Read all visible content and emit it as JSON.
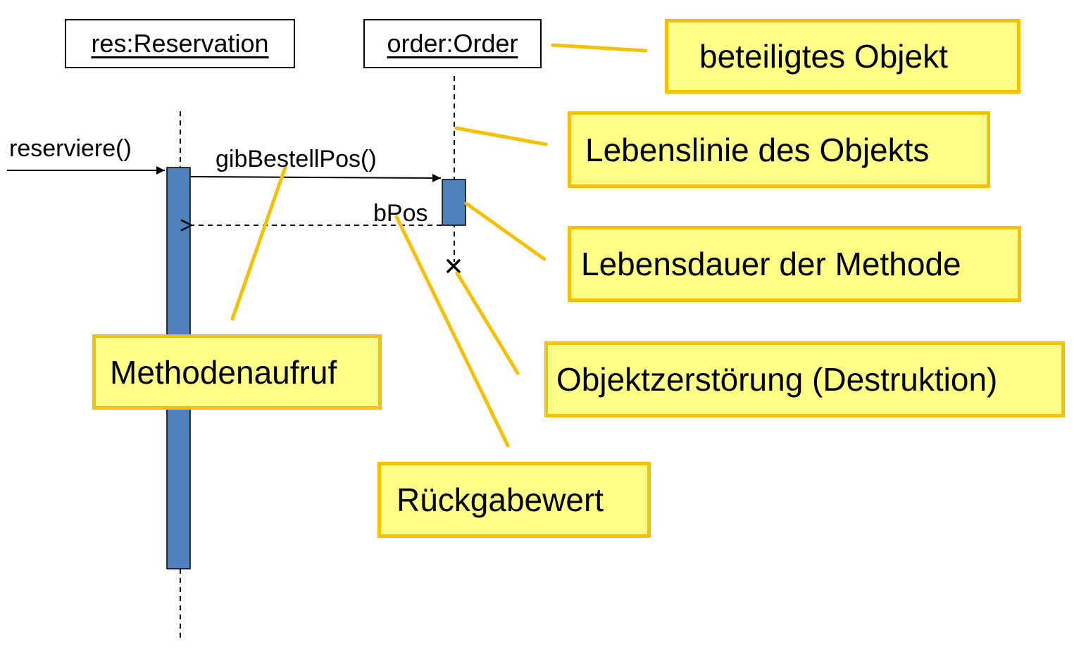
{
  "objects": {
    "reservation": "res:Reservation",
    "order": "order:Order"
  },
  "messages": {
    "entry_call": "reserviere()",
    "call": "gibBestellPos()",
    "return_value": "bPos"
  },
  "annotations": {
    "participant": "beteiligtes Objekt",
    "lifeline": "Lebenslinie des Objekts",
    "activation": "Lebensdauer der Methode",
    "method_call": "Methodenaufruf",
    "destruction": "Objektzerstörung (Destruktion)",
    "return": "Rückgabewert"
  },
  "colors": {
    "activation_fill": "#4f81bd",
    "note_fill": "#ffff88",
    "note_border": "#f5c000",
    "connector": "#f5c000"
  }
}
